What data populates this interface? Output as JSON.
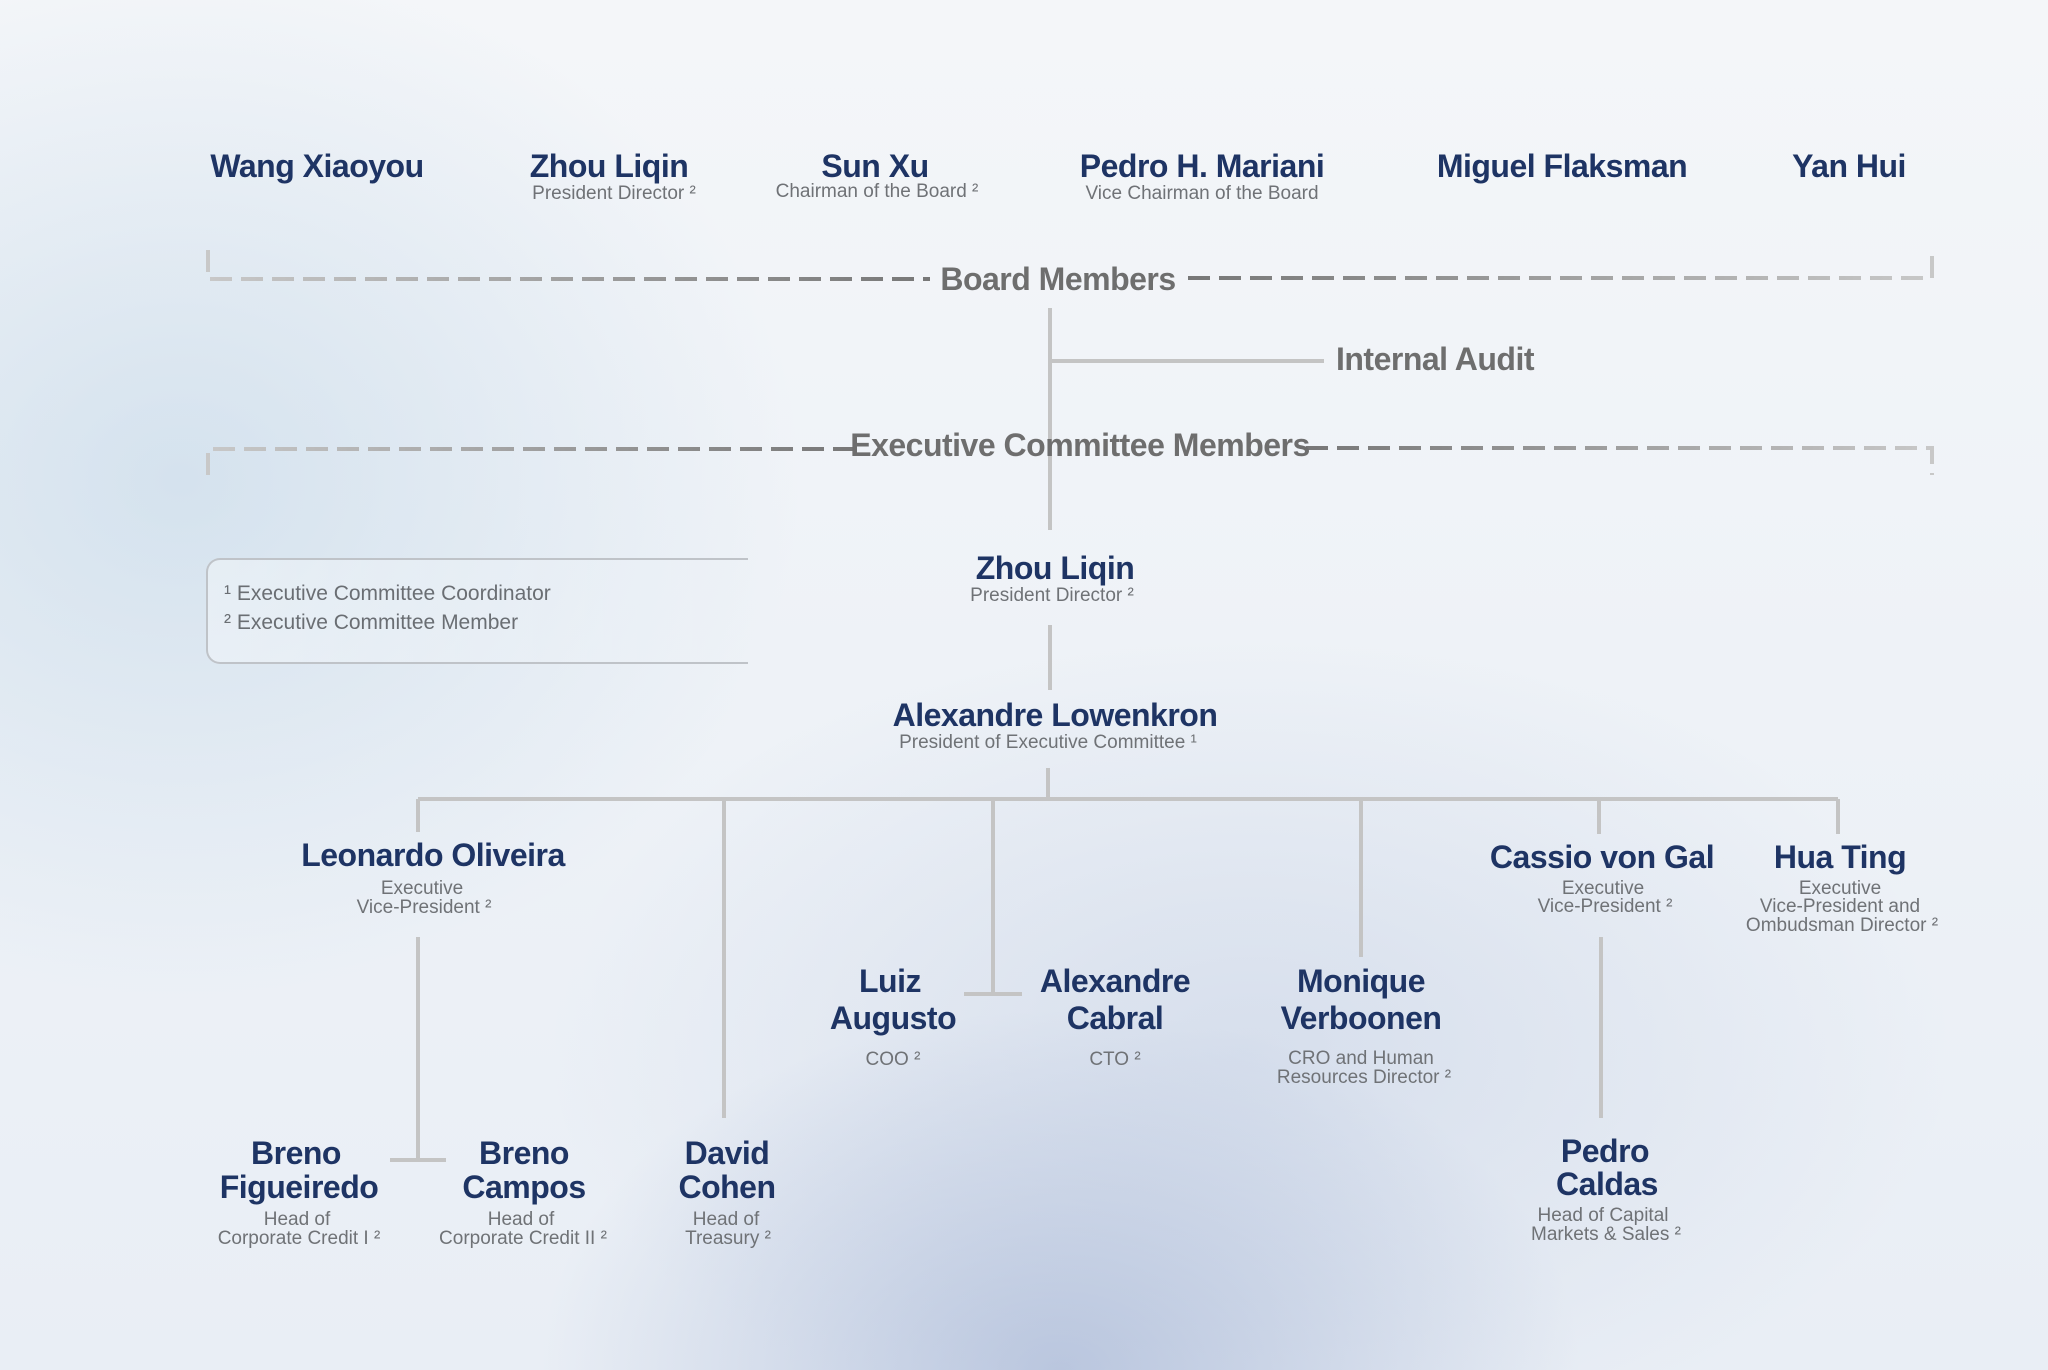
{
  "board": {
    "members": [
      {
        "name": "Wang Xiaoyou",
        "title": ""
      },
      {
        "name": "Zhou Liqin",
        "title": "President Director ²"
      },
      {
        "name": "Sun Xu",
        "title": "Chairman of the Board ²"
      },
      {
        "name": "Pedro H. Mariani",
        "title": "Vice Chairman of the Board"
      },
      {
        "name": "Miguel Flaksman",
        "title": ""
      },
      {
        "name": "Yan Hui",
        "title": ""
      }
    ],
    "label": "Board Members"
  },
  "internal_audit": "Internal Audit",
  "exec_committee_label": "Executive Committee Members",
  "legend": {
    "coordinator": "¹ Executive Committee Coordinator",
    "member": "² Executive Committee Member"
  },
  "president": {
    "name": "Zhou Liqin",
    "title": "President Director ²"
  },
  "exec_president": {
    "name": "Alexandre Lowenkron",
    "title": "President of Executive Committee ¹"
  },
  "vps": {
    "leonardo": {
      "name": "Leonardo Oliveira",
      "title_1": "Executive",
      "title_2": "Vice-President ²"
    },
    "cassio": {
      "name": "Cassio von Gal",
      "title_1": "Executive",
      "title_2": "Vice-President ²"
    },
    "hua": {
      "name": "Hua Ting",
      "title_1": "Executive",
      "title_2": "Vice-President and",
      "title_3": "Ombudsman Director ²"
    }
  },
  "middle": {
    "luiz": {
      "name_1": "Luiz",
      "name_2": "Augusto",
      "title": "COO ²"
    },
    "cabral": {
      "name_1": "Alexandre",
      "name_2": "Cabral",
      "title": "CTO ²"
    },
    "monique": {
      "name_1": "Monique",
      "name_2": "Verboonen",
      "title_1": "CRO and Human",
      "title_2": "Resources Director ²"
    }
  },
  "bottom": {
    "figueiredo": {
      "name_1": "Breno",
      "name_2": "Figueiredo",
      "title_1": "Head of",
      "title_2": "Corporate Credit I ²"
    },
    "campos": {
      "name_1": "Breno",
      "name_2": "Campos",
      "title_1": "Head of",
      "title_2": "Corporate Credit II ²"
    },
    "cohen": {
      "name_1": "David",
      "name_2": "Cohen",
      "title_1": "Head of",
      "title_2": "Treasury ²"
    },
    "caldas": {
      "name_1": "Pedro",
      "name_2": "Caldas",
      "title_1": "Head of Capital",
      "title_2": "Markets & Sales ²"
    }
  },
  "colors": {
    "name": "#1e3464",
    "subtitle": "#6f7276",
    "section": "#6e6e6e",
    "line": "#c4c4c4"
  }
}
